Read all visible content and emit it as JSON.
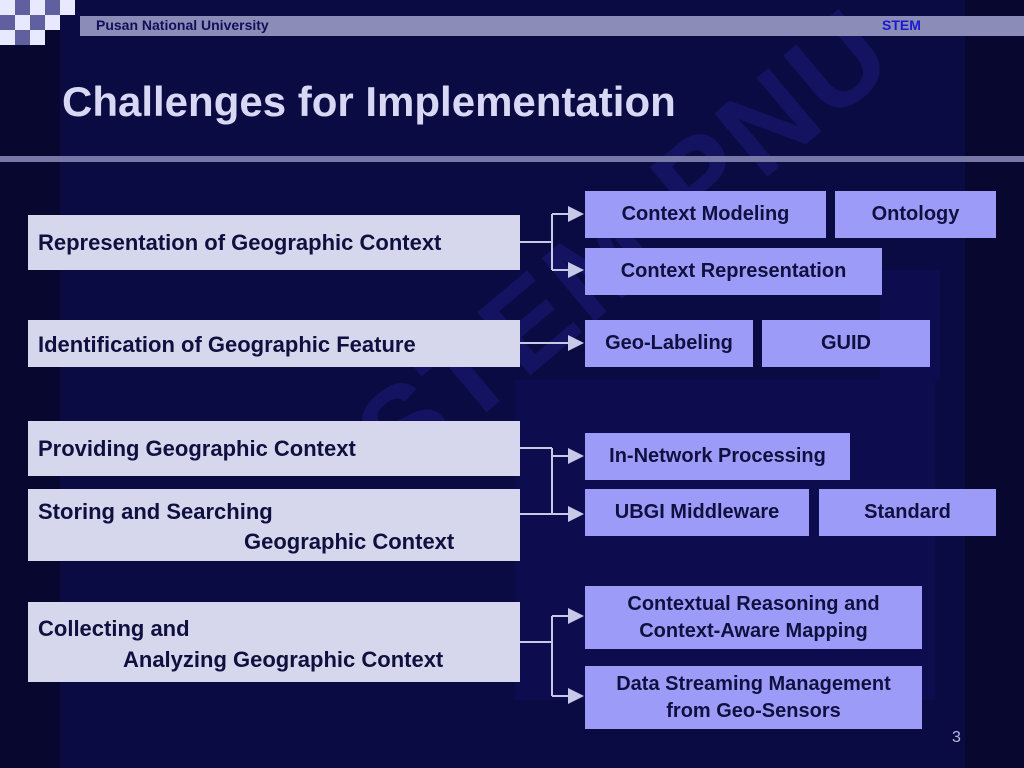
{
  "header": {
    "university": "Pusan National University",
    "project": "STEM"
  },
  "title": "Challenges for Implementation",
  "watermark": "STEM PNU",
  "groups": [
    {
      "challenge": [
        "Representation of Geographic Context"
      ],
      "solutions": [
        "Context Modeling",
        "Ontology",
        "Context Representation"
      ]
    },
    {
      "challenge": [
        "Identification of Geographic Feature"
      ],
      "solutions": [
        "Geo-Labeling",
        "GUID"
      ]
    },
    {
      "challenge": [
        "Providing Geographic Context"
      ],
      "solutions": [
        "In-Network Processing"
      ]
    },
    {
      "challenge": [
        "Storing and Searching",
        "Geographic Context"
      ],
      "solutions": [
        "UBGI Middleware",
        "Standard"
      ]
    },
    {
      "challenge": [
        "Collecting and",
        "Analyzing Geographic Context"
      ],
      "solutions": [
        "Contextual Reasoning and Context-Aware Mapping",
        "Data Streaming Management from Geo-Sensors"
      ]
    }
  ],
  "page_number": "3",
  "colors": {
    "background": "#0a0a3c",
    "challenge_box": "#d6d6ec",
    "solution_box": "#9c9cf8",
    "connector": "#c8c8e8"
  }
}
